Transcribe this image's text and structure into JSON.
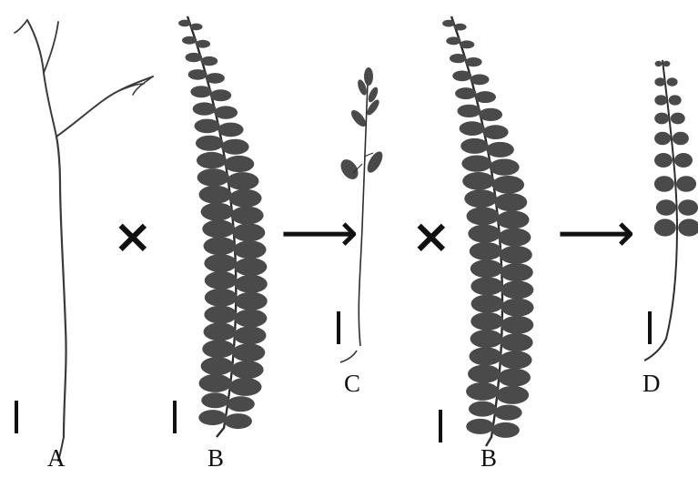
{
  "figure": {
    "specimens": [
      {
        "id": "A",
        "label": "A",
        "description_icon": "forked-frond-specimen-icon"
      },
      {
        "id": "B1",
        "label": "B",
        "description_icon": "pinnate-frond-specimen-icon"
      },
      {
        "id": "C",
        "label": "C",
        "description_icon": "hybrid-frond-c-specimen-icon"
      },
      {
        "id": "B2",
        "label": "B",
        "description_icon": "pinnate-frond-specimen-icon"
      },
      {
        "id": "D",
        "label": "D",
        "description_icon": "hybrid-frond-d-specimen-icon"
      }
    ],
    "operators": {
      "cross_symbol": "×",
      "arrow_symbol": "⟶"
    },
    "colors": {
      "frond": "#4a4a4a",
      "stem": "#2e2e2e",
      "ink": "#111111"
    }
  }
}
